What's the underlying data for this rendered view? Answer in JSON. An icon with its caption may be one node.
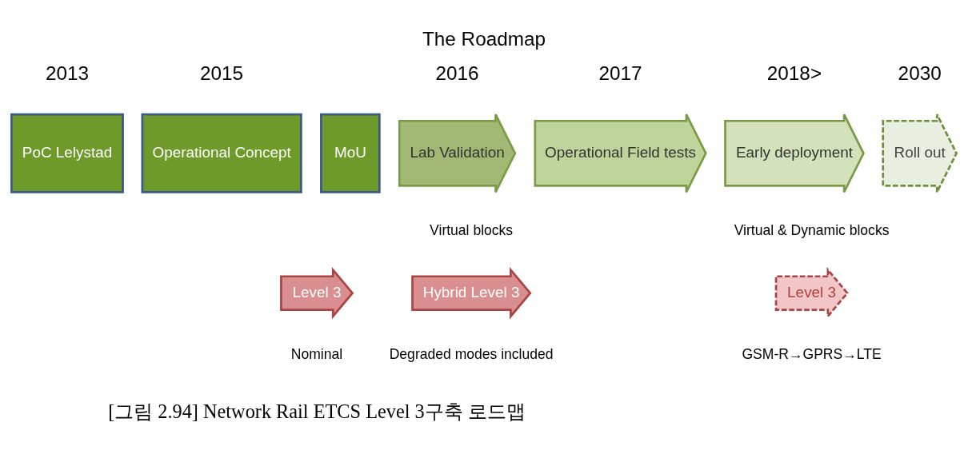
{
  "diagram": {
    "title": "The Roadmap",
    "caption": "[그림 2.94] Network Rail ETCS Level 3구축 로드맵",
    "nodes": [
      {
        "text": [
          "PoC Lelystad"
        ],
        "beside": [
          "2013"
        ]
      },
      {
        "text": [
          "Operational Concept"
        ],
        "beside": [
          "2015"
        ]
      },
      {
        "text": [
          "MoU"
        ]
      },
      {
        "text": [
          "Lab Validation"
        ],
        "beside": [
          "2016"
        ]
      },
      {
        "text": [
          "Operational Field tests"
        ],
        "beside": [
          "2017"
        ]
      },
      {
        "text": [
          "Early deployment"
        ],
        "beside": [
          "2018>"
        ]
      },
      {
        "text": [
          "Roll out"
        ],
        "beside": [
          "2030"
        ]
      },
      {
        "text": [
          "Level 3"
        ],
        "beside": [
          "Nominal"
        ]
      },
      {
        "text": [
          "Hybrid Level 3"
        ],
        "beside": [
          "Virtual blocks",
          "Degraded modes included"
        ]
      },
      {
        "text": [
          "Level 3"
        ],
        "beside": [
          "Virtual & Dynamic blocks",
          "GSM-R→GPRS→LTE"
        ]
      }
    ]
  }
}
